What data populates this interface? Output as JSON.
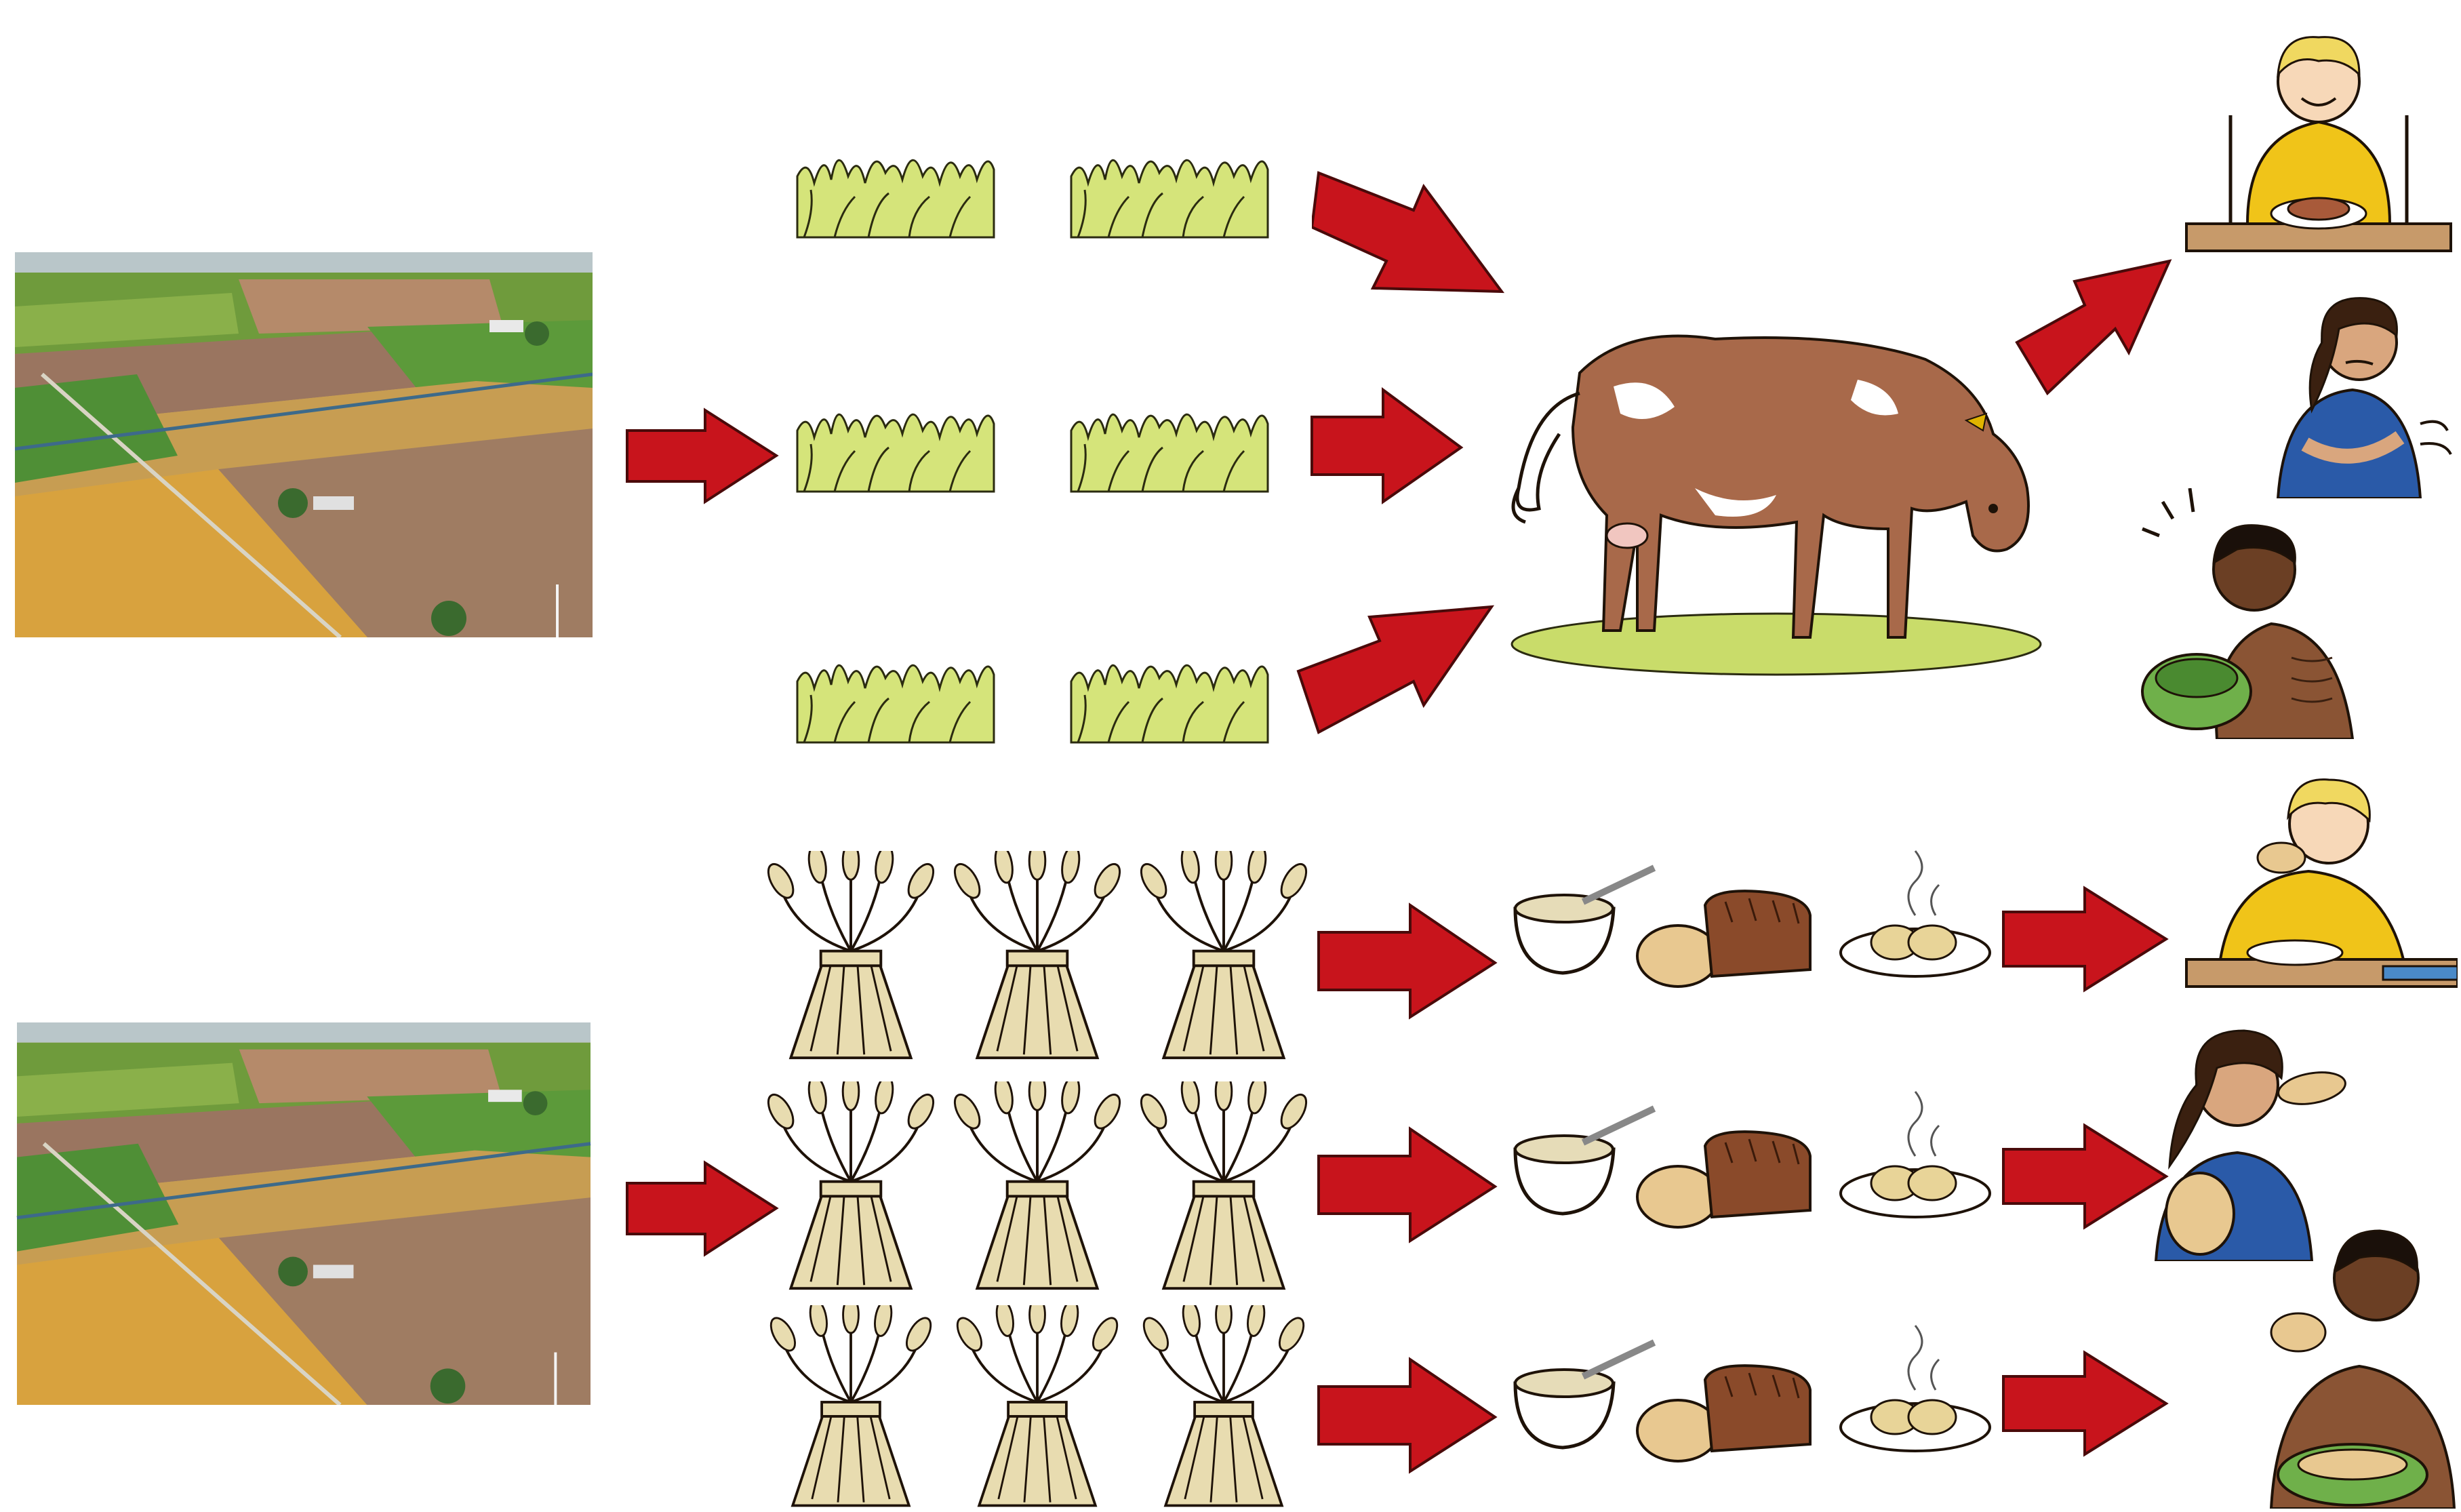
{
  "diagram": {
    "rows": [
      {
        "id": "meat-chain",
        "land": "farmland-photo",
        "crop": "grass",
        "crop_count": 6,
        "converter": "cow",
        "outcomes": [
          "person-eating-steak",
          "hungry-girl",
          "starving-man"
        ]
      },
      {
        "id": "grain-chain",
        "land": "farmland-photo",
        "crop": "wheat-sheaf",
        "crop_count": 9,
        "foods": [
          "porridge-bowl",
          "bread",
          "potatoes-plate"
        ],
        "outcomes": [
          "boy-eating-bread",
          "girl-eating-bread",
          "man-eating-bread"
        ]
      }
    ],
    "colors": {
      "arrow": "#c8141c",
      "arrow_edge": "#4a0a0a",
      "grass": "#d5e47a",
      "wheat": "#e8dcb0",
      "cow": "#a8694a",
      "shirt_yellow": "#f0c419",
      "shirt_blue": "#2a5aa8",
      "skin_dark": "#6b3f24",
      "table": "#c79a6a",
      "bowl_green": "#6fb04a"
    }
  }
}
